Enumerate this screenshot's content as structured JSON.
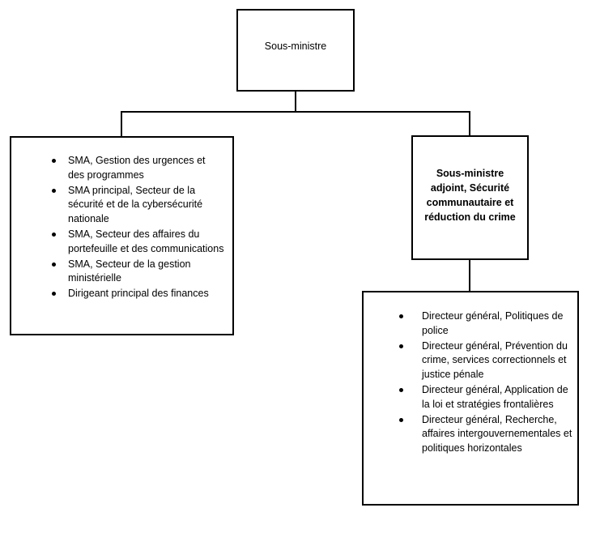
{
  "top_box": {
    "title": "Sous-ministre"
  },
  "left_box": {
    "items": [
      "SMA, Gestion des urgences et des programmes",
      "SMA principal, Secteur de la sécurité et de la cybersécurité nationale",
      "SMA, Secteur des affaires du portefeuille et des communications",
      "SMA, Secteur de la gestion ministérielle",
      "Dirigeant principal des finances"
    ]
  },
  "deputy_box": {
    "title": "Sous-ministre adjoint, Sécurité communautaire et réduction du crime"
  },
  "right_box": {
    "items": [
      "Directeur général, Politiques de police",
      "Directeur général, Prévention du crime, services correctionnels et justice pénale",
      "Directeur général, Application de la loi et stratégies frontalières",
      "Directeur général, Recherche, affaires intergouvernementales et politiques horizontales"
    ]
  }
}
